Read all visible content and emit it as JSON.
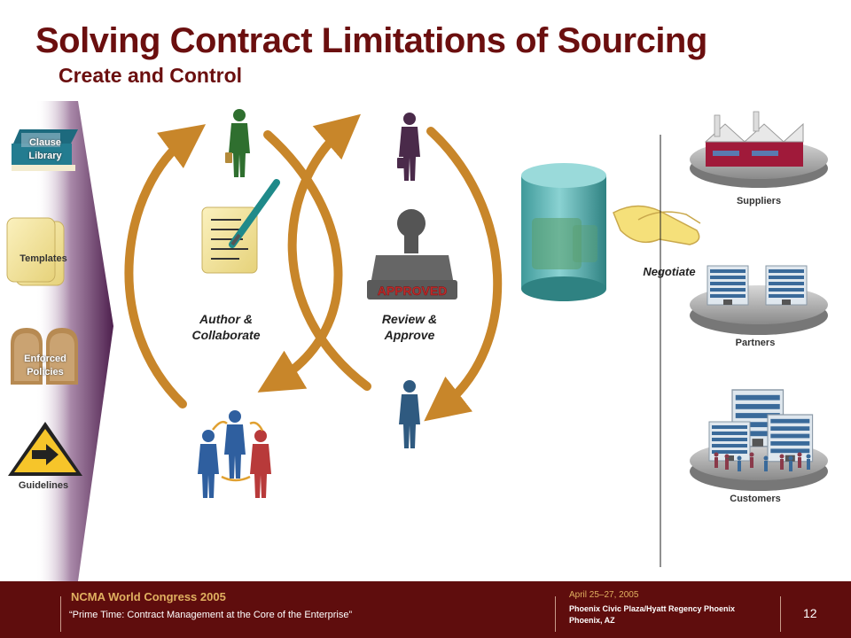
{
  "slide": {
    "title": "Solving Contract Limitations of Sourcing",
    "subtitle": "Create and Control"
  },
  "sidebar": {
    "clause_library": "Clause Library",
    "templates": "Templates",
    "enforced_policies": "Enforced Policies",
    "guidelines": "Guidelines"
  },
  "steps": {
    "author": "Author & Collaborate",
    "review": "Review & Approve",
    "stamp_text": "APPROVED"
  },
  "right": {
    "negotiate": "Negotiate",
    "suppliers": "Suppliers",
    "partners": "Partners",
    "customers": "Customers"
  },
  "footer": {
    "event": "NCMA World Congress 2005",
    "theme": "“Prime Time:  Contract Management at the Core of the Enterprise”",
    "date": "April 25–27,  2005",
    "venue_line1": "Phoenix Civic Plaza/Hyatt Regency Phoenix",
    "venue_line2": "Phoenix, AZ",
    "page": "12"
  },
  "colors": {
    "title": "#6b0f0f",
    "footer_bg": "#5f0d0d",
    "footer_accent": "#e0b060",
    "arrow": "#c8862a",
    "sidebar_band": "#5a2d5a"
  }
}
